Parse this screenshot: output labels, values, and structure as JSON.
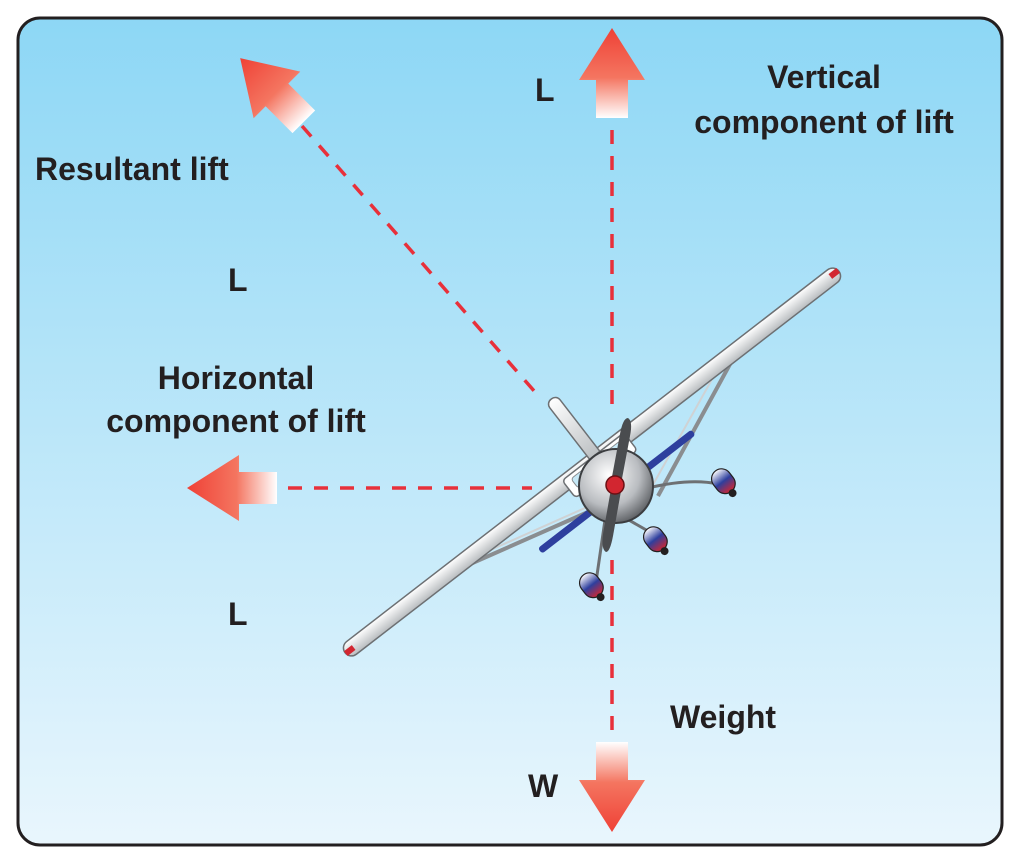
{
  "labels": {
    "resultant_lift": "Resultant lift",
    "resultant_lift_symbol": "L",
    "vertical_line1": "Vertical",
    "vertical_line2": "component of lift",
    "vertical_symbol": "L",
    "horizontal_line1": "Horizontal",
    "horizontal_line2": "component of lift",
    "horizontal_symbol": "L",
    "weight": "Weight",
    "weight_symbol": "W"
  },
  "colors": {
    "sky_top": "#8dd7f5",
    "sky_bottom": "#e9f6fd",
    "frame": "#231f20",
    "arrow": "#ef4136",
    "dash": "#e8303a",
    "airplane_white": "#f2f2f2",
    "airplane_stripe": "#2e3f9e",
    "airplane_red": "#d22630"
  }
}
